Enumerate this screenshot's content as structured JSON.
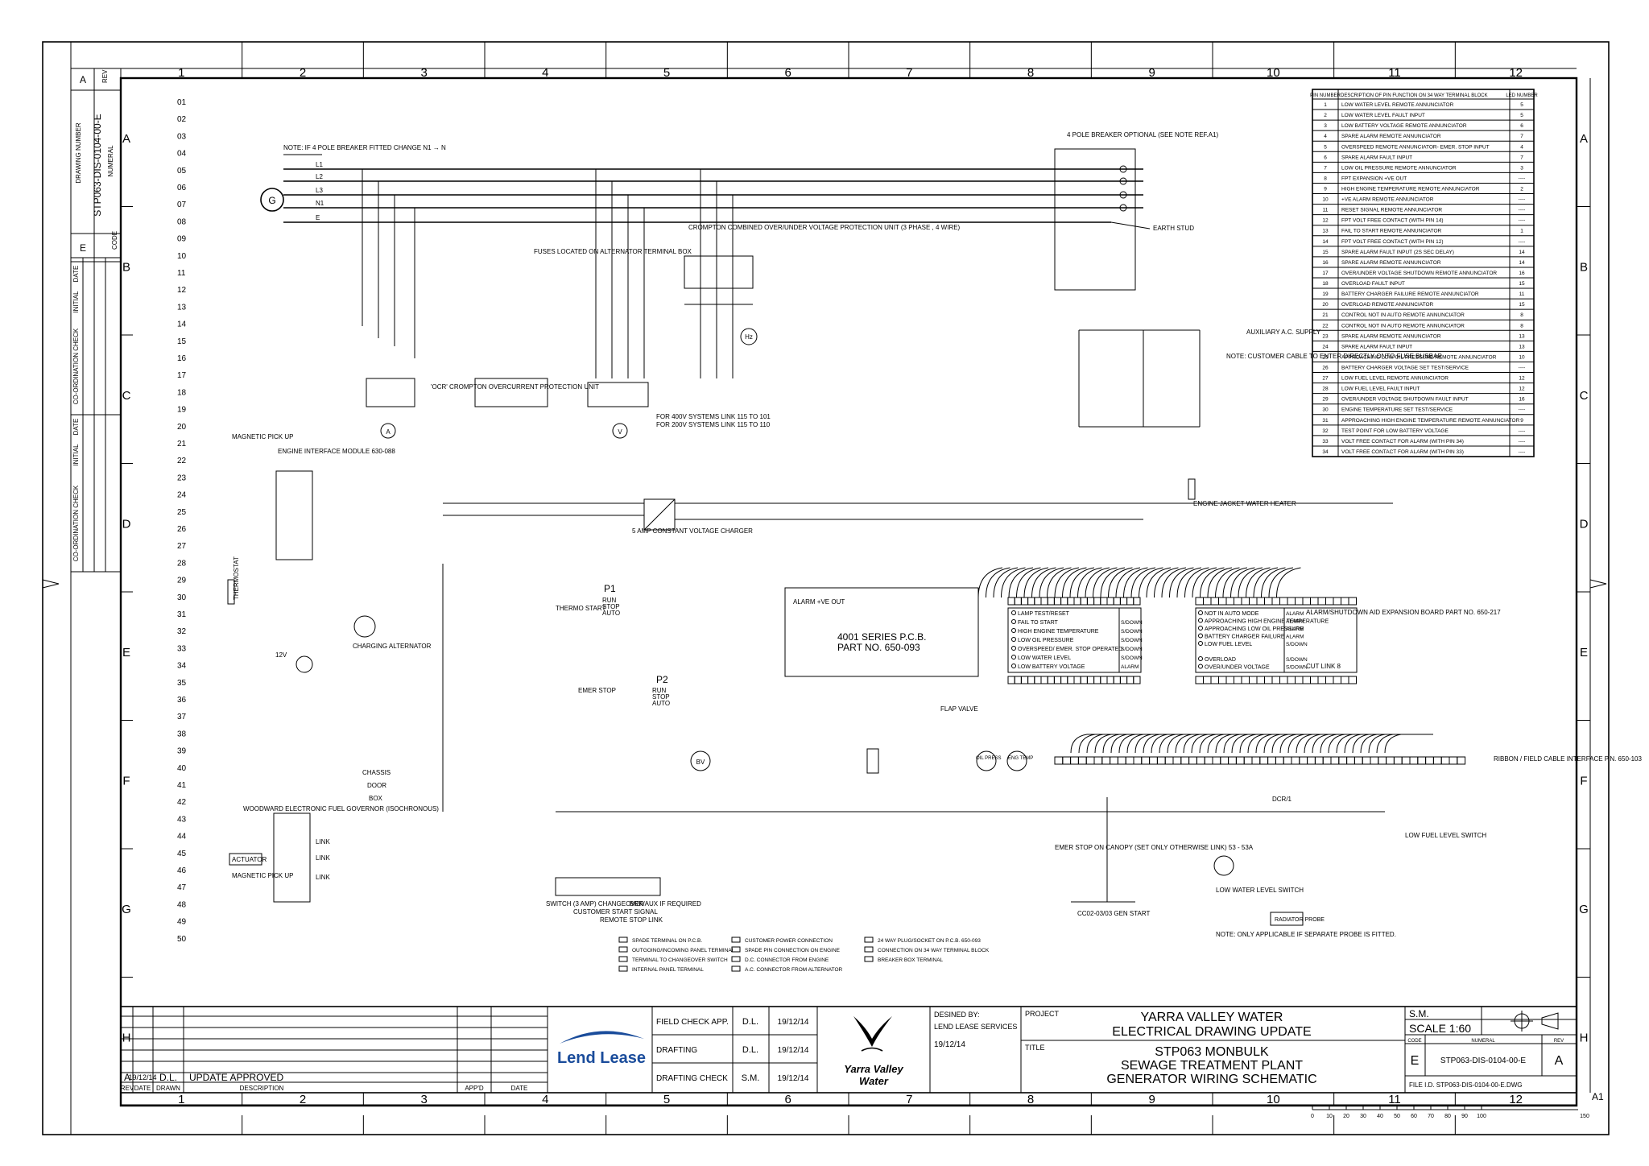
{
  "sheet": {
    "columns": [
      "1",
      "2",
      "3",
      "4",
      "5",
      "6",
      "7",
      "8",
      "9",
      "10",
      "11",
      "12"
    ],
    "rows": [
      "A",
      "B",
      "C",
      "D",
      "E",
      "F",
      "G",
      "H"
    ],
    "line_numbers": [
      "01",
      "02",
      "03",
      "04",
      "05",
      "06",
      "07",
      "08",
      "09",
      "10",
      "11",
      "12",
      "13",
      "14",
      "15",
      "16",
      "17",
      "18",
      "19",
      "20",
      "21",
      "22",
      "23",
      "24",
      "25",
      "26",
      "27",
      "28",
      "29",
      "30",
      "31",
      "32",
      "33",
      "34",
      "35",
      "36",
      "37",
      "38",
      "39",
      "40",
      "41",
      "42",
      "43",
      "44",
      "45",
      "46",
      "47",
      "48",
      "49",
      "50"
    ],
    "sheet_size": "A1",
    "scale_bar_ticks": [
      "0",
      "10",
      "20",
      "30",
      "40",
      "50",
      "60",
      "70",
      "80",
      "90",
      "100",
      "150"
    ]
  },
  "side_strip": {
    "drawing_number_label": "DRAWING NUMBER",
    "drawing_number": "STP063-DIS-0104-00-E",
    "numeral_label": "NUMERAL",
    "rev_label": "REV",
    "rev_value": "A",
    "code_label": "CODE",
    "code_value": "E",
    "check_labels": [
      "DATE",
      "INITIAL",
      "CO-ORDINATION CHECK",
      "DATE",
      "INITIAL",
      "CO-ORDINATION CHECK"
    ]
  },
  "pin_table": {
    "headers": [
      "PIN NUMBER",
      "DESCRIPTION OF PIN FUNCTION ON 34 WAY TERMINAL BLOCK",
      "LED NUMBER"
    ],
    "rows": [
      [
        "1",
        "LOW WATER LEVEL REMOTE ANNUNCIATOR",
        "5"
      ],
      [
        "2",
        "LOW WATER LEVEL FAULT INPUT",
        "5"
      ],
      [
        "3",
        "LOW BATTERY VOLTAGE REMOTE ANNUNCIATOR",
        "6"
      ],
      [
        "4",
        "SPARE ALARM REMOTE ANNUNCIATOR",
        "7"
      ],
      [
        "5",
        "OVERSPEED REMOTE ANNUNCIATOR- EMER. STOP INPUT",
        "4"
      ],
      [
        "6",
        "SPARE ALARM FAULT INPUT",
        "7"
      ],
      [
        "7",
        "LOW OIL PRESSURE REMOTE ANNUNCIATOR",
        "3"
      ],
      [
        "8",
        "FPT EXPANSION +VE OUT",
        "----"
      ],
      [
        "9",
        "HIGH ENGINE TEMPERATURE REMOTE ANNUNCIATOR",
        "2"
      ],
      [
        "10",
        "+VE ALARM REMOTE ANNUNCIATOR",
        "----"
      ],
      [
        "11",
        "RESET SIGNAL REMOTE ANNUNCIATOR",
        "----"
      ],
      [
        "12",
        "FPT VOLT FREE CONTACT (WITH PIN 14)",
        "----"
      ],
      [
        "13",
        "FAIL TO START REMOTE ANNUNCIATOR",
        "1"
      ],
      [
        "14",
        "FPT VOLT FREE CONTACT (WITH PIN 12)",
        "----"
      ],
      [
        "15",
        "SPARE ALARM FAULT INPUT (2S SEC DELAY)",
        "14"
      ],
      [
        "16",
        "SPARE ALARM REMOTE ANNUNCIATOR",
        "14"
      ],
      [
        "17",
        "OVER/UNDER VOLTAGE SHUTDOWN REMOTE ANNUNCIATOR",
        "16"
      ],
      [
        "18",
        "OVERLOAD FAULT INPUT",
        "15"
      ],
      [
        "19",
        "BATTERY CHARGER FAILURE REMOTE ANNUNCIATOR",
        "11"
      ],
      [
        "20",
        "OVERLOAD REMOTE ANNUNCIATOR",
        "15"
      ],
      [
        "21",
        "CONTROL NOT IN AUTO REMOTE ANNUNCIATOR",
        "8"
      ],
      [
        "22",
        "CONTROL NOT IN AUTO REMOTE ANNUNCIATOR",
        "8"
      ],
      [
        "23",
        "SPARE ALARM REMOTE ANNUNCIATOR",
        "13"
      ],
      [
        "24",
        "SPARE ALARM FAULT INPUT",
        "13"
      ],
      [
        "25",
        "APPROACHING LOW OIL PRESSURE REMOTE ANNUNCIATOR",
        "10"
      ],
      [
        "26",
        "BATTERY CHARGER VOLTAGE SET TEST/SERVICE",
        "----"
      ],
      [
        "27",
        "LOW FUEL LEVEL REMOTE ANNUNCIATOR",
        "12"
      ],
      [
        "28",
        "LOW FUEL LEVEL FAULT INPUT",
        "12"
      ],
      [
        "29",
        "OVER/UNDER VOLTAGE SHUTDOWN FAULT INPUT",
        "16"
      ],
      [
        "30",
        "ENGINE TEMPERATURE SET TEST/SERVICE",
        "----"
      ],
      [
        "31",
        "APPROACHING HIGH ENGINE TEMPERATURE REMOTE ANNUNCIATOR",
        "9"
      ],
      [
        "32",
        "TEST POINT FOR LOW BATTERY VOLTAGE",
        "----"
      ],
      [
        "33",
        "VOLT FREE CONTACT FOR ALARM (WITH PIN 34)",
        "----"
      ],
      [
        "34",
        "VOLT FREE CONTACT FOR ALARM (WITH PIN 33)",
        "----"
      ]
    ]
  },
  "diagram_labels": {
    "note_4pole": "NOTE: IF 4 POLE BREAKER FITTED CHANGE  N1 → N",
    "breaker_optional": "4 POLE BREAKER OPTIONAL (SEE NOTE REF.A1)",
    "earth_stud": "EARTH STUD",
    "generator": "G",
    "phase_lines": [
      "L1",
      "L2",
      "L3",
      "N1",
      "E"
    ],
    "fuses_note": "FUSES LOCATED ON ALTERNATOR TERMINAL BOX",
    "crompton": "CROMPTON COMBINED OVER/UNDER VOLTAGE PROTECTION UNIT (3 PHASE , 4 WIRE)",
    "ocr": "'OCR' CROMPTON OVERCURRENT PROTECTION UNIT",
    "hz": "Hz",
    "ammeter": "A",
    "voltmeter": "V",
    "link_note_1": "FOR 400V SYSTEMS LINK 115 TO 101",
    "link_note_2": "FOR 200V SYSTEMS LINK 115 TO 110",
    "aux_supply": "AUXILIARY A.C. SUPPLY",
    "customer_cable_note": "NOTE: CUSTOMER CABLE TO ENTER DIRECTLY ONTO FUSE BUSBAR",
    "jacket_heater": "ENGINE JACKET WATER HEATER",
    "magnetic_pickup": "MAGNETIC PICK UP",
    "engine_interface": "ENGINE INTERFACE MODULE 630-088",
    "thermostat": "THERMOSTAT",
    "charging_alternator": "CHARGING ALTERNATOR",
    "battery": "12V",
    "battery_charger": "5 AMP CONSTANT VOLTAGE CHARGER",
    "pcb_title": "4001 SERIES P.C.B.",
    "pcb_part": "PART NO. 650-093",
    "alarm_out": "ALARM +VE OUT",
    "p1": "P1",
    "p2": "P2",
    "run_stop_auto": [
      "RUN",
      "STOP",
      "AUTO"
    ],
    "thermo_start": "THERMO START",
    "emer_stop": "EMER STOP",
    "lamp_test": [
      "LAMP TEST/RESET",
      "FAIL TO START",
      "HIGH ENGINE TEMPERATURE",
      "LOW OIL PRESSURE",
      "OVERSPEED/ EMER. STOP OPERATED",
      "LOW WATER LEVEL",
      "LOW BATTERY VOLTAGE"
    ],
    "lamp_status": [
      "S/DOWN",
      "S/DOWN",
      "S/DOWN",
      "S/DOWN",
      "S/DOWN",
      "ALARM"
    ],
    "not_auto": [
      "NOT IN AUTO MODE",
      "APPROACHING HIGH ENGINE TEMPERATURE",
      "APPROACHING LOW OIL PRESSURE",
      "BATTERY CHARGER FAILURE",
      "LOW FUEL LEVEL",
      "",
      "OVERLOAD",
      "OVER/UNDER VOLTAGE"
    ],
    "not_auto_status": [
      "ALARM",
      "ALARM",
      "ALARM",
      "ALARM",
      "S/DOWN",
      "S/DOWN",
      "S/DOWN"
    ],
    "alarm_shutdown": "ALARM/SHUTDOWN AID EXPANSION BOARD PART NO. 650-217",
    "cut_link": "CUT LINK 8",
    "ribbon": "RIBBON / FIELD CABLE INTERFACE P.N. 650-103",
    "woodward": "WOODWARD ELECTRONIC FUEL GOVERNOR (ISOCHRONOUS)",
    "actuator": "ACTUATOR",
    "magnetic_pickup_2": "MAGNETIC PICK UP",
    "link": "LINK",
    "chassis": "CHASSIS",
    "door": "DOOR",
    "box": "BOX",
    "bottom_switches": [
      "SWITCH (3 AMP) CHANGEOVER",
      "CUSTOMER START SIGNAL",
      "REMOTE STOP LINK",
      "BRK/AUX IF REQUIRED"
    ],
    "oil_press": "OIL PRESS",
    "eng_temp": "ENG TEMP",
    "flap_valve": "FLAP VALVE",
    "low_fuel_switch": "LOW FUEL LEVEL SWITCH",
    "low_water_switch": "LOW WATER LEVEL SWITCH",
    "radiator_probe": "RADIATOR PROBE",
    "radiator_note": "NOTE: ONLY APPLICABLE IF SEPARATE PROBE IS FITTED.",
    "emer_stop_canopy": "EMER STOP ON CANOPY (SET ONLY OTHERWISE LINK) 53 - 53A",
    "gen_start": "CC02-03/03 GEN START",
    "bv": "BV",
    "dcr": "DCR/1"
  },
  "legend": [
    "SPADE TERMINAL ON P.C.B.",
    "OUTGOING/INCOMING PANEL TERMINAL",
    "TERMINAL TO CHANGEOVER SWITCH",
    "INTERNAL PANEL TERMINAL",
    "CUSTOMER POWER CONNECTION",
    "SPADE PIN CONNECTION ON ENGINE",
    "D.C. CONNECTOR FROM ENGINE",
    "A.C. CONNECTOR FROM ALTERNATOR",
    "24 WAY PLUG/SOCKET ON P.C.B. 650-093",
    "CONNECTION ON 34 WAY TERMINAL BLOCK",
    "BREAKER BOX TERMINAL"
  ],
  "revision_block": {
    "headers": [
      "REV",
      "DATE",
      "DRAWN",
      "DESCRIPTION",
      "APP'D",
      "DATE"
    ],
    "entries": [
      [
        "A",
        "19/12/14",
        "D.L.",
        "UPDATE APPROVED",
        "",
        ""
      ]
    ]
  },
  "approvals": [
    {
      "label": "FIELD CHECK APP.",
      "initial": "D.L.",
      "date": "19/12/14"
    },
    {
      "label": "DRAFTING",
      "initial": "D.L.",
      "date": "19/12/14"
    },
    {
      "label": "DRAFTING CHECK",
      "initial": "S.M.",
      "date": "19/12/14"
    }
  ],
  "logos": {
    "lend_lease": "Lend Lease",
    "yarra_line1": "Yarra Valley",
    "yarra_line2": "Water"
  },
  "designed": {
    "label": "DESINED BY:",
    "by": "LEND LEASE SERVICES",
    "date": "19/12/14"
  },
  "project": {
    "label": "PROJECT",
    "line1": "YARRA VALLEY WATER",
    "line2": "ELECTRICAL DRAWING UPDATE"
  },
  "title": {
    "label": "TITLE",
    "line1": "STP063 MONBULK",
    "line2": "SEWAGE TREATMENT PLANT",
    "line3": "GENERATOR WIRING SCHEMATIC"
  },
  "info": {
    "initials": "S.M.",
    "scale": "SCALE 1:60",
    "code_label": "CODE",
    "numeral_label": "NUMERAL",
    "rev_label": "REV",
    "code": "E",
    "numeral": "STP063-DIS-0104-00-E",
    "rev": "A",
    "file_id": "FILE I.D.  STP063-DIS-0104-00-E.DWG"
  }
}
